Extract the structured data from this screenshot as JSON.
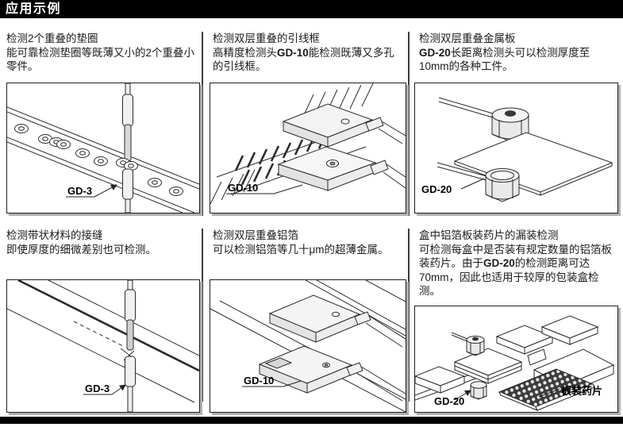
{
  "page": {
    "title": "应用示例"
  },
  "colors": {
    "header_bg": "#000000",
    "header_fg": "#ffffff",
    "line_art": "#2b2b2b",
    "box_shadow": "#b0b0b0"
  },
  "panels": [
    {
      "title": "检测2个重叠的垫圈",
      "body_pre": "能可靠检测垫圈等既薄又小的2个重叠小零件。",
      "body_bold": "",
      "body_post": "",
      "label": "GD-3"
    },
    {
      "title": "检测双层重叠的引线框",
      "body_pre": "高精度检测头",
      "body_bold": "GD-10",
      "body_post": "能检测既薄又多孔的引线框。",
      "label": "GD-10"
    },
    {
      "title": "检测双层重叠金属板",
      "body_pre": "",
      "body_bold": "GD-20",
      "body_post": "长距离检测头可以检测厚度至10mm的各种工件。",
      "label": "GD-20"
    },
    {
      "title": "检测带状材料的接缝",
      "body_pre": "即使厚度的细微差别也可检测。",
      "body_bold": "",
      "body_post": "",
      "label": "GD-3"
    },
    {
      "title": "检测双层重叠铝箔",
      "body_pre": "可以检测铝箔等几十μm的超薄金属。",
      "body_bold": "",
      "body_post": "",
      "label": "GD-10"
    },
    {
      "title": "盒中铝箔板装药片的漏装检测",
      "body_pre": "可检测每盒中是否装有规定数量的铝箔板装药片。由于",
      "body_bold": "GD-20",
      "body_post": "的检测距离可达70mm，因此也适用于较厚的包装盒检测。",
      "label": "GD-20",
      "part_label": "板装药片"
    }
  ]
}
